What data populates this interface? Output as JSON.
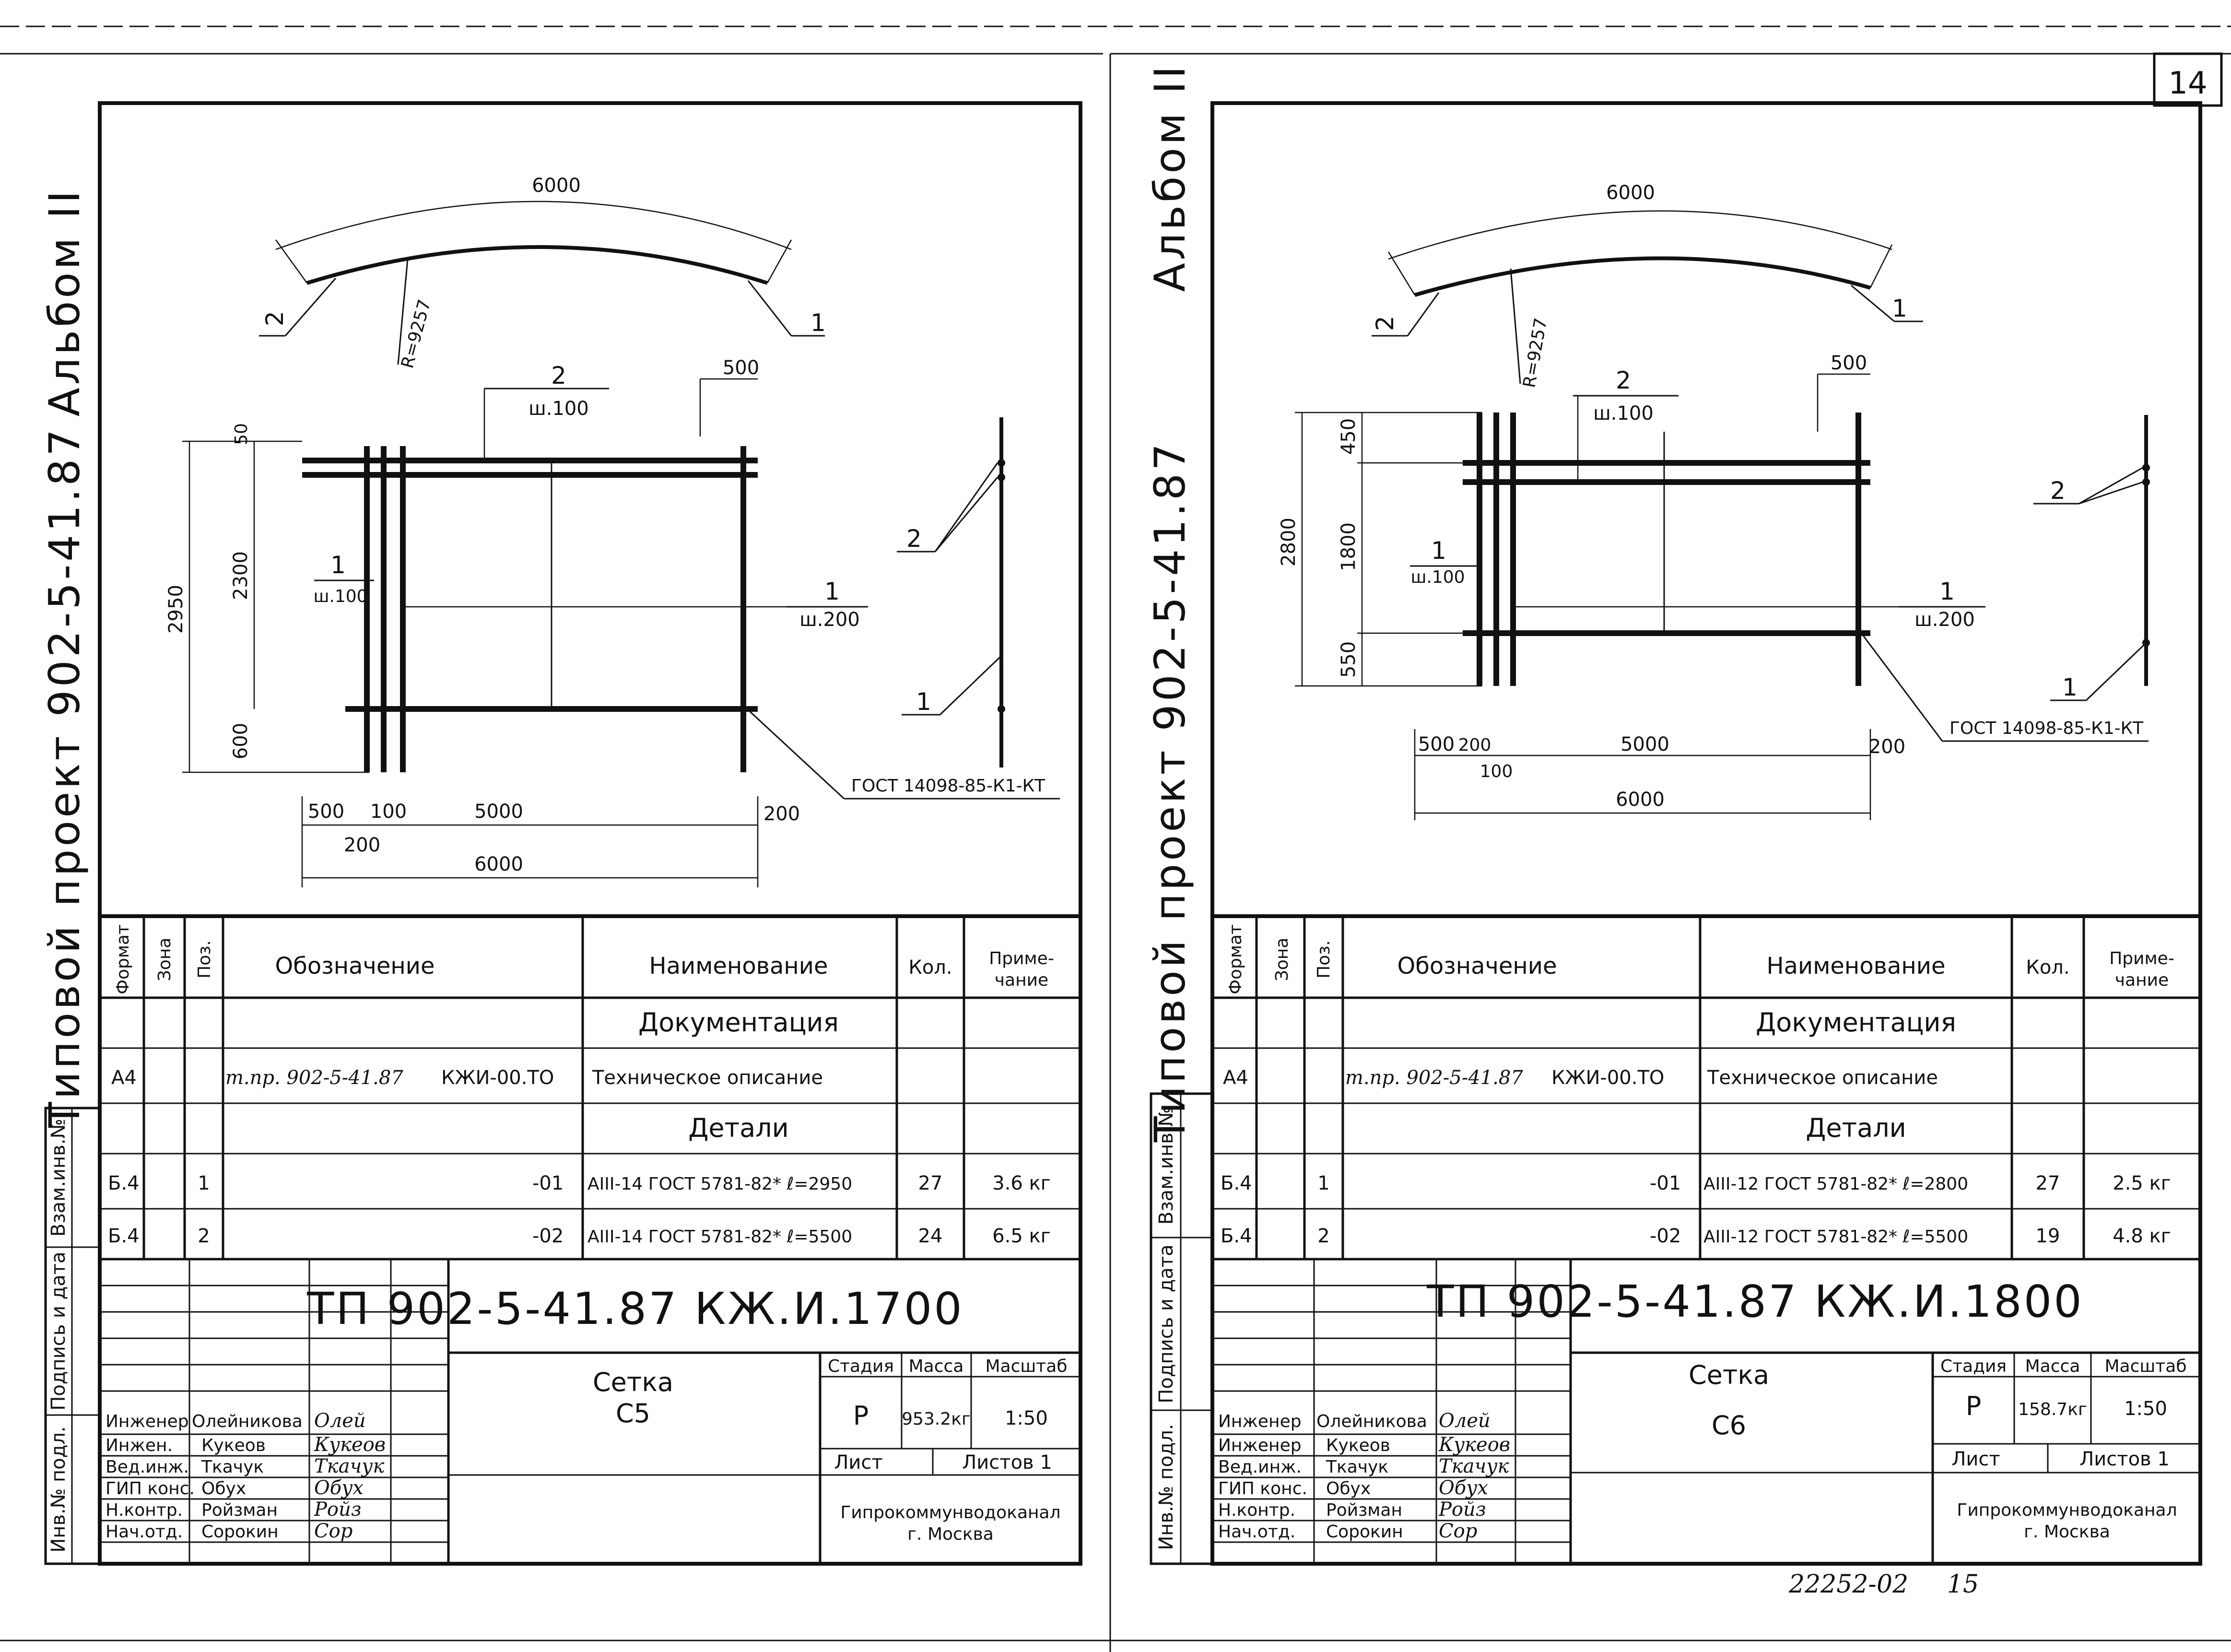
{
  "header": {
    "sheet_number": "14",
    "footer_code": "22252-02",
    "footer_page": "15"
  },
  "sheets": [
    {
      "album": "Альбом II",
      "project": "Типовой проект 902-5-41.87",
      "drawing": {
        "arc_length": "6000",
        "radius": "R=9257",
        "pos_left": "2",
        "pos_right": "1",
        "top_pos": "2",
        "top_step": "ш.100",
        "top_right": "500",
        "left_pos": "1",
        "left_step": "ш.100",
        "right_pos": "1",
        "right_step": "ш.200",
        "dim_total": "2950",
        "dim_mid": "2300",
        "dim_top": "50",
        "dim_bot": "600",
        "b_500": "500",
        "b_100": "100",
        "b_200": "200",
        "b_5000": "5000",
        "b_200r": "200",
        "b_6000": "6000",
        "gost": "ГОСТ 14098-85-К1-КТ",
        "side_2": "2",
        "side_1": "1"
      },
      "spec": {
        "headers": [
          "Формат",
          "Зона",
          "Поз.",
          "Обозначение",
          "Наименование",
          "Кол.",
          "Приме-\nчание"
        ],
        "section_doc": "Документация",
        "doc_row": {
          "format": "А4",
          "designation_prefix": "т.пр. 902-5-41.87",
          "designation_code": "КЖИ-00.ТО",
          "name": "Техническое описание"
        },
        "section_det": "Детали",
        "rows": [
          {
            "format": "Б.4",
            "pos": "1",
            "designation": "-01",
            "name": "АIII-14 ГОСТ 5781-82* ℓ=2950",
            "qty": "27",
            "note": "3.6 кг"
          },
          {
            "format": "Б.4",
            "pos": "2",
            "designation": "-02",
            "name": "АIII-14 ГОСТ 5781-82* ℓ=5500",
            "qty": "24",
            "note": "6.5 кг"
          }
        ]
      },
      "title_block": {
        "code": "ТП 902-5-41.87 КЖ.И.1700",
        "item_title": "Сетка",
        "item_sub": "С5",
        "stage_label": "Стадия",
        "mass_label": "Масса",
        "scale_label": "Масштаб",
        "stage": "Р",
        "mass": "953.2кг",
        "scale": "1:50",
        "sheet_label": "Лист",
        "sheets_label": "Листов 1",
        "org": "Гипрокоммунводоканал",
        "city": "г. Москва",
        "people": [
          {
            "role": "Инженер",
            "name": "Олейникова",
            "sig": "Олей"
          },
          {
            "role": "Инжен.",
            "name": "Кукеов",
            "sig": "Кукеов"
          },
          {
            "role": "Вед.инж.",
            "name": "Ткачук",
            "sig": "Ткачук"
          },
          {
            "role": "ГИП конс.",
            "name": "Обух",
            "sig": "Обух"
          },
          {
            "role": "Н.контр.",
            "name": "Ройзман",
            "sig": "Ройз"
          },
          {
            "role": "Нач.отд.",
            "name": "Сорокин",
            "sig": "Сор"
          }
        ],
        "side_labels": [
          "Взам.инв.№",
          "Подпись и дата",
          "Инв.№ подл."
        ]
      }
    },
    {
      "album": "Альбом II",
      "project": "Типовой проект 902-5-41.87",
      "drawing": {
        "arc_length": "6000",
        "radius": "R=9257",
        "pos_left": "2",
        "pos_right": "1",
        "top_pos": "2",
        "top_step": "ш.100",
        "top_right": "500",
        "left_pos": "1",
        "left_step": "ш.100",
        "right_pos": "1",
        "right_step": "ш.200",
        "dim_total": "2800",
        "dim_mid": "1800",
        "dim_top": "450",
        "dim_bot": "550",
        "b_500": "500",
        "b_100": "100",
        "b_200": "200",
        "b_5000": "5000",
        "b_200r": "200",
        "b_6000": "6000",
        "gost": "ГОСТ 14098-85-К1-КТ",
        "side_2": "2",
        "side_1": "1"
      },
      "spec": {
        "headers": [
          "Формат",
          "Зона",
          "Поз.",
          "Обозначение",
          "Наименование",
          "Кол.",
          "Приме-\nчание"
        ],
        "section_doc": "Документация",
        "doc_row": {
          "format": "А4",
          "designation_prefix": "т.пр. 902-5-41.87",
          "designation_code": "КЖИ-00.ТО",
          "name": "Техническое описание"
        },
        "section_det": "Детали",
        "rows": [
          {
            "format": "Б.4",
            "pos": "1",
            "designation": "-01",
            "name": "АIII-12 ГОСТ 5781-82* ℓ=2800",
            "qty": "27",
            "note": "2.5 кг"
          },
          {
            "format": "Б.4",
            "pos": "2",
            "designation": "-02",
            "name": "АIII-12 ГОСТ 5781-82* ℓ=5500",
            "qty": "19",
            "note": "4.8 кг"
          }
        ]
      },
      "title_block": {
        "code": "ТП 902-5-41.87 КЖ.И.1800",
        "item_title": "Сетка",
        "item_sub": "С6",
        "stage_label": "Стадия",
        "mass_label": "Масса",
        "scale_label": "Масштаб",
        "stage": "Р",
        "mass": "158.7кг",
        "scale": "1:50",
        "sheet_label": "Лист",
        "sheets_label": "Листов 1",
        "org": "Гипрокоммунводоканал",
        "city": "г. Москва",
        "people": [
          {
            "role": "Инженер",
            "name": "Олейникова",
            "sig": "Олей"
          },
          {
            "role": "Инженер",
            "name": "Кукеов",
            "sig": "Кукеов"
          },
          {
            "role": "Вед.инж.",
            "name": "Ткачук",
            "sig": "Ткачук"
          },
          {
            "role": "ГИП конс.",
            "name": "Обух",
            "sig": "Обух"
          },
          {
            "role": "Н.контр.",
            "name": "Ройзман",
            "sig": "Ройз"
          },
          {
            "role": "Нач.отд.",
            "name": "Сорокин",
            "sig": "Сор"
          }
        ],
        "side_labels": [
          "Взам.инв.№",
          "Подпись и дата",
          "Инв.№ подл."
        ]
      }
    }
  ]
}
